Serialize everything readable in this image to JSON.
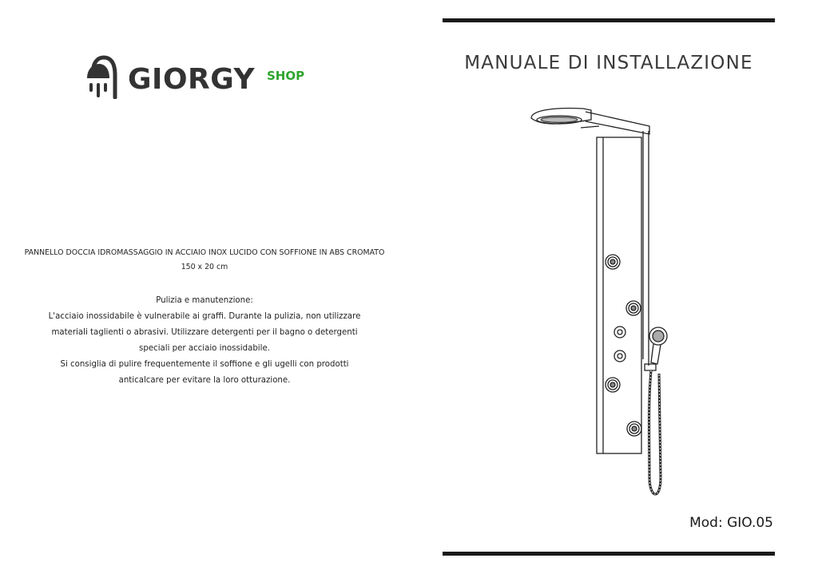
{
  "brand": {
    "name": "GIORGY",
    "suffix": "SHOP",
    "accent_color": "#2fa52f",
    "icon": "shower-head-icon"
  },
  "product": {
    "title": "PANNELLO DOCCIA IDROMASSAGGIO IN ACCIAIO INOX LUCIDO CON SOFFIONE IN ABS CROMATO",
    "size": "150 x 20 cm"
  },
  "care": {
    "title": "Pulizia e manutenzione:",
    "lines": [
      "L'acciaio inossidabile è vulnerabile ai graffi. Durante la pulizia, non utilizzare",
      "materiali taglienti o abrasivi. Utilizzare detergenti per il bagno o detergenti",
      "speciali per acciaio inossidabile.",
      "Si consiglia di pulire frequentemente il soffione e gli ugelli con prodotti",
      "anticalcare per evitare la loro otturazione."
    ]
  },
  "manual": {
    "title": "MANUALE DI INSTALLAZIONE",
    "model": "Mod: GIO.05"
  }
}
